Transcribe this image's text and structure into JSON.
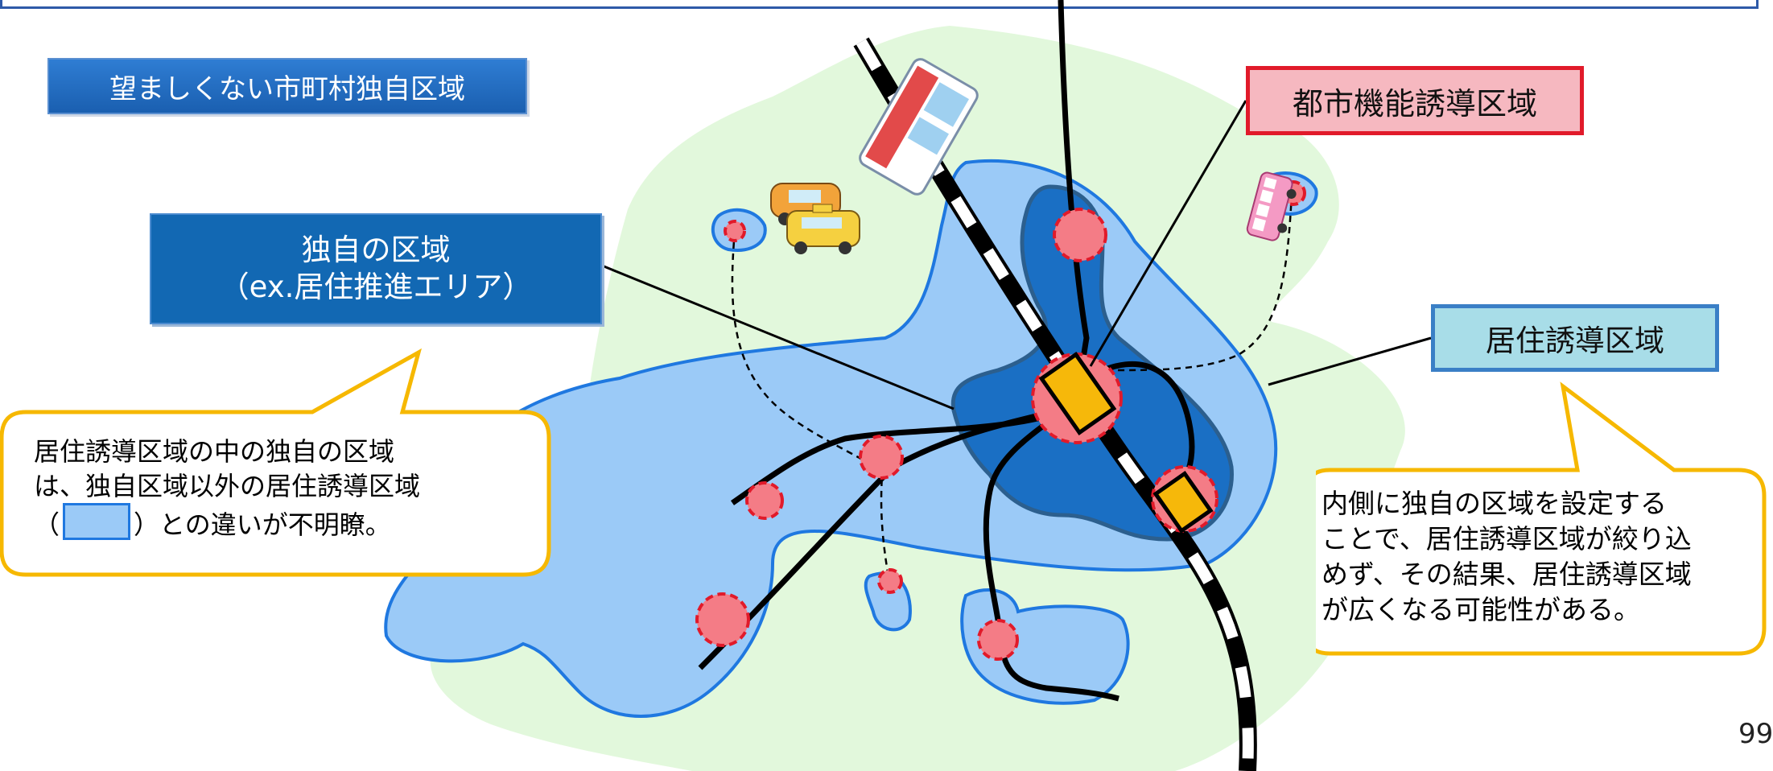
{
  "title": "望ましくない市町村独自区域",
  "labels": {
    "urban_function_area": "都市機能誘導区域",
    "original_area_line1": "独自の区域",
    "original_area_line2": "（ex.居住推進エリア）",
    "residential_area": "居住誘導区域"
  },
  "left_callout": {
    "line1": "居住誘導区域の中の独自の区域",
    "line2": "は、独自区域以外の居住誘導区域",
    "line3_open": "（",
    "line3_close": "）との違いが不明瞭。"
  },
  "right_callout": {
    "line1": "内側に独自の区域を設定する",
    "line2": "ことで、居住誘導区域が絞り込",
    "line3": "めず、その結果、居住誘導区域",
    "line4": "が広くなる可能性がある。"
  },
  "page_number": "99",
  "colors": {
    "light_green": "#e2f8dc",
    "residential_fill": "#9bcaf7",
    "residential_stroke": "#1f78e0",
    "original_fill": "#1a6fc4",
    "original_stroke": "#2c5f8e",
    "urban_circle": "#f47c86",
    "urban_circle_stroke": "#e11a2a",
    "station": "#f6b80a",
    "callout_border": "#f6b800"
  },
  "icons": [
    "train-icon",
    "taxi-icon",
    "bus-icon",
    "station-icon"
  ]
}
